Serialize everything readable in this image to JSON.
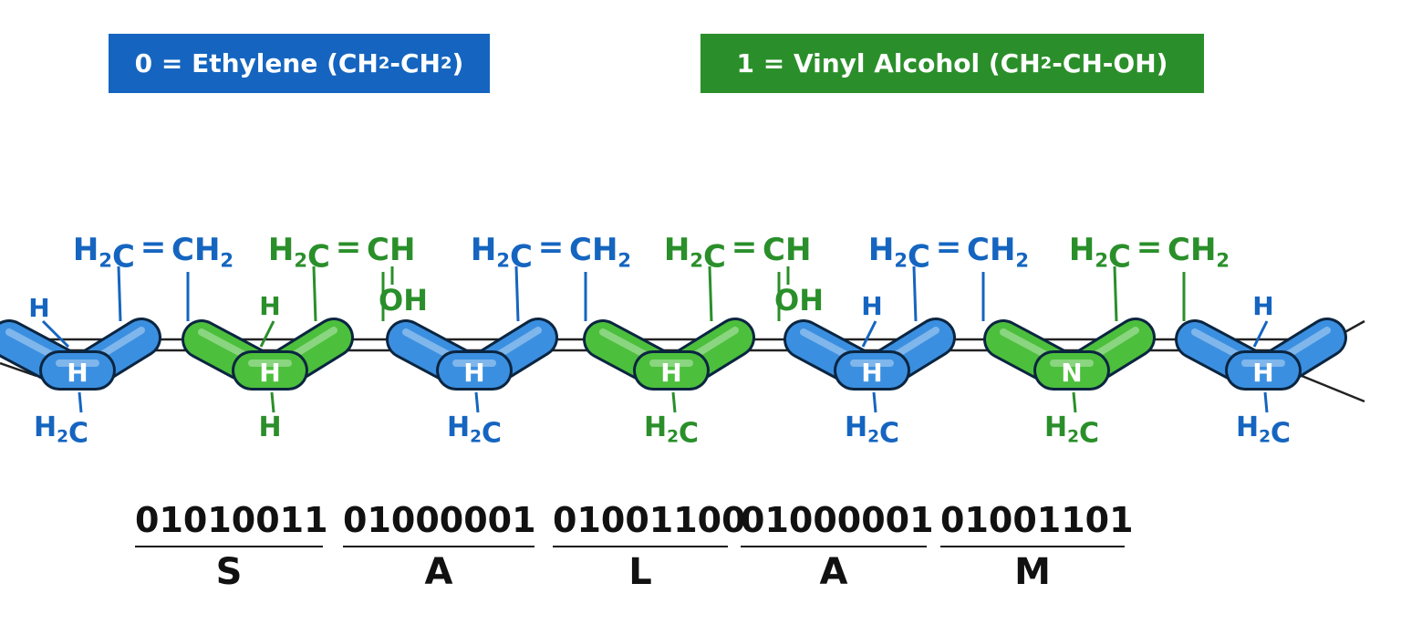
{
  "legend": {
    "zero": {
      "prefix": "0 = Ethylene (CH",
      "mid": "-CH",
      "color": "#1565c0"
    },
    "one": {
      "prefix": "1 = Vinyl Alcohol (CH",
      "mid": "-CH-OH)",
      "color": "#2a8f2a"
    },
    "sub2": "2",
    "close": ")"
  },
  "colors": {
    "blue": "#1565c0",
    "blue_fill": "#3b8fe0",
    "green": "#2a8f2a",
    "green_fill": "#4cbf3c",
    "ink": "#111111"
  },
  "chain": {
    "top_labels": [
      {
        "text": "H2C=CH2",
        "color": "blue"
      },
      {
        "text": "H2C=CH",
        "sub": "OH",
        "color": "green"
      },
      {
        "text": "H2C=CH2",
        "color": "blue"
      },
      {
        "text": "H2C=CH",
        "sub": "OH",
        "color": "green"
      },
      {
        "text": "H2C=CH2",
        "color": "blue"
      },
      {
        "text": "H2C=CH2",
        "color": "green"
      }
    ],
    "units": [
      {
        "center": "H",
        "color": "blue",
        "top": "H",
        "bottom": "H2C"
      },
      {
        "center": "H",
        "color": "green",
        "top": "H",
        "bottom": "H"
      },
      {
        "center": "H",
        "color": "blue",
        "bottom": "H2C"
      },
      {
        "center": "H",
        "color": "green",
        "bottom": "H2C"
      },
      {
        "center": "H",
        "color": "blue",
        "top": "H",
        "bottom": "H2C"
      },
      {
        "center": "N",
        "color": "green",
        "bottom": "H2C"
      },
      {
        "center": "H",
        "color": "blue",
        "top": "H",
        "bottom": "H2C"
      }
    ]
  },
  "bytes": [
    {
      "code": "01010011",
      "letter": "S"
    },
    {
      "code": "01000001",
      "letter": "A"
    },
    {
      "code": "01001100",
      "letter": "L"
    },
    {
      "code": "01000001",
      "letter": "A"
    },
    {
      "code": "01001101",
      "letter": "M"
    }
  ]
}
